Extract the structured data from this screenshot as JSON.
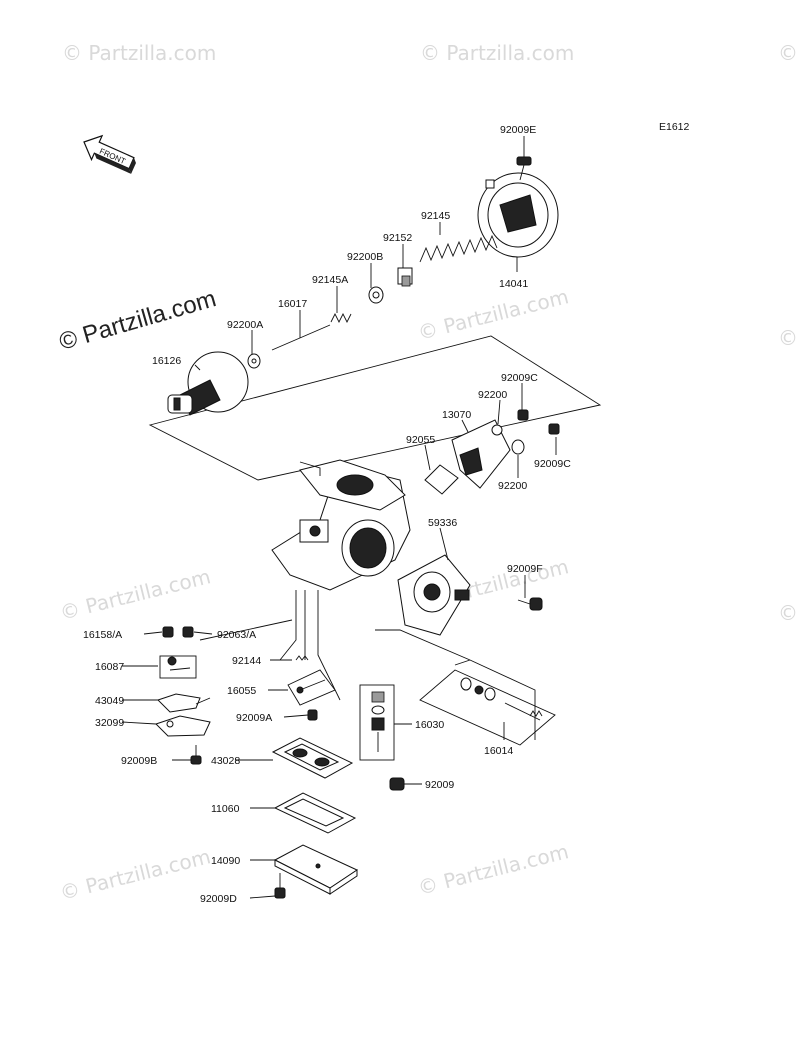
{
  "diagram_code": "E1612",
  "front_label": "FRONT",
  "watermark": {
    "small": "© Partzilla.com",
    "large": "© Partzilla.com"
  },
  "parts": [
    {
      "id": "92009e",
      "label": "92009E"
    },
    {
      "id": "92145",
      "label": "92145"
    },
    {
      "id": "92152",
      "label": "92152"
    },
    {
      "id": "92200b",
      "label": "92200B"
    },
    {
      "id": "92145a",
      "label": "92145A"
    },
    {
      "id": "14041",
      "label": "14041"
    },
    {
      "id": "16017",
      "label": "16017"
    },
    {
      "id": "92200a",
      "label": "92200A"
    },
    {
      "id": "16126",
      "label": "16126"
    },
    {
      "id": "92009c-top",
      "label": "92009C"
    },
    {
      "id": "92200-top",
      "label": "92200"
    },
    {
      "id": "13070",
      "label": "13070"
    },
    {
      "id": "92055",
      "label": "92055"
    },
    {
      "id": "92009c-right",
      "label": "92009C"
    },
    {
      "id": "92200-bottom",
      "label": "92200"
    },
    {
      "id": "59336",
      "label": "59336"
    },
    {
      "id": "92009f",
      "label": "92009F"
    },
    {
      "id": "16158a",
      "label": "16158/A"
    },
    {
      "id": "92063a",
      "label": "92063/A"
    },
    {
      "id": "16087",
      "label": "16087"
    },
    {
      "id": "92144",
      "label": "92144"
    },
    {
      "id": "16055",
      "label": "16055"
    },
    {
      "id": "43049",
      "label": "43049"
    },
    {
      "id": "32099",
      "label": "32099"
    },
    {
      "id": "92009a",
      "label": "92009A"
    },
    {
      "id": "16030",
      "label": "16030"
    },
    {
      "id": "16014",
      "label": "16014"
    },
    {
      "id": "92009b",
      "label": "92009B"
    },
    {
      "id": "43028",
      "label": "43028"
    },
    {
      "id": "92009",
      "label": "92009"
    },
    {
      "id": "11060",
      "label": "11060"
    },
    {
      "id": "14090",
      "label": "14090"
    },
    {
      "id": "92009d",
      "label": "92009D"
    }
  ]
}
